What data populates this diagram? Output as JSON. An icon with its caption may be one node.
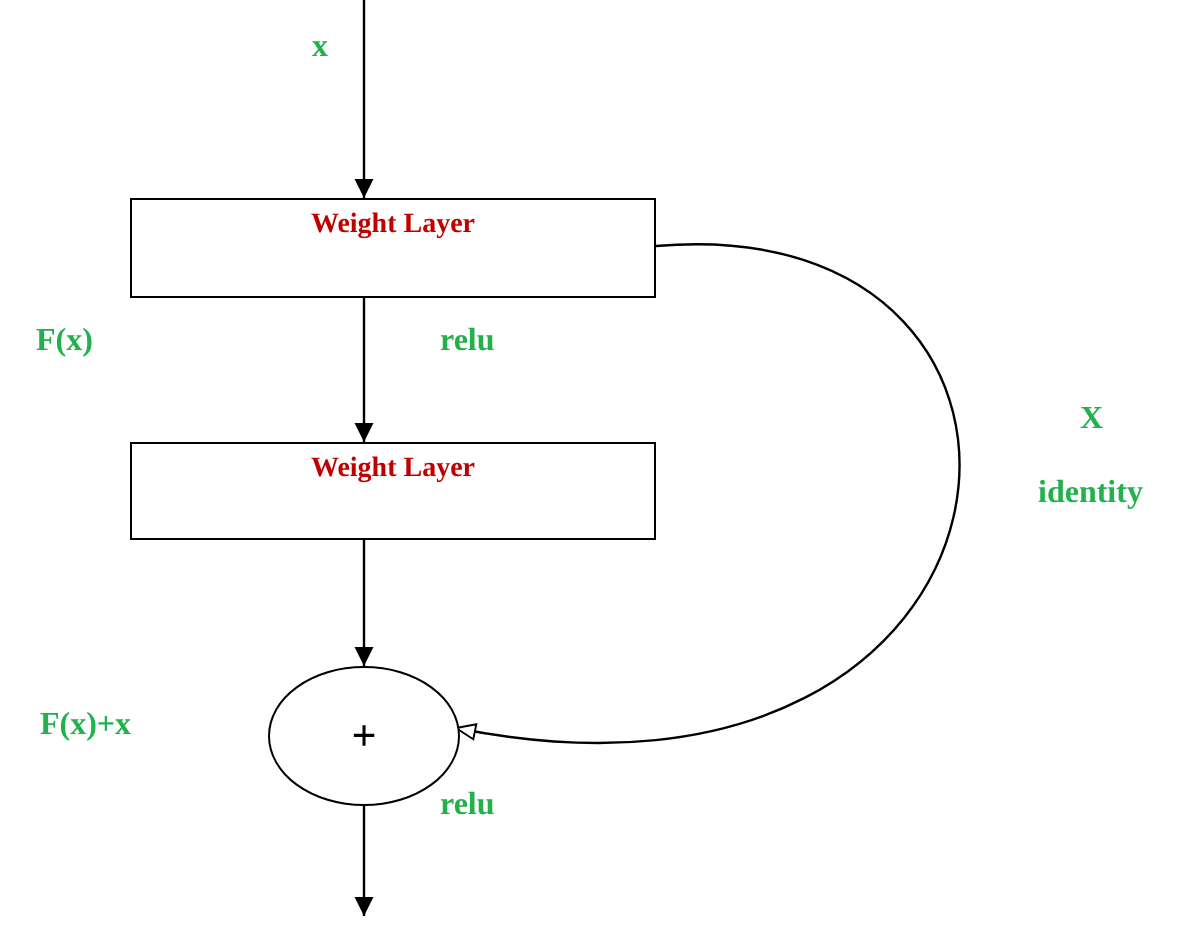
{
  "diagram": {
    "nodes": [
      {
        "text": [
          "Weight Layer"
        ]
      },
      {
        "text": [
          "Weight Layer"
        ]
      },
      {
        "text": [
          "+"
        ]
      }
    ],
    "edges": [
      {
        "from": null,
        "to": 0,
        "arrow": "to",
        "label": "x"
      },
      {
        "from": 0,
        "to": 1,
        "arrow": "to",
        "label": "relu"
      },
      {
        "from": 1,
        "to": 2,
        "arrow": "to"
      },
      {
        "from": 2,
        "to": null,
        "arrow": "to",
        "label": "relu"
      },
      {
        "from": 0,
        "to": 2,
        "arrow": "to"
      }
    ],
    "labels": [
      "F(x)",
      "X",
      "identity",
      "F(x)+x"
    ]
  }
}
